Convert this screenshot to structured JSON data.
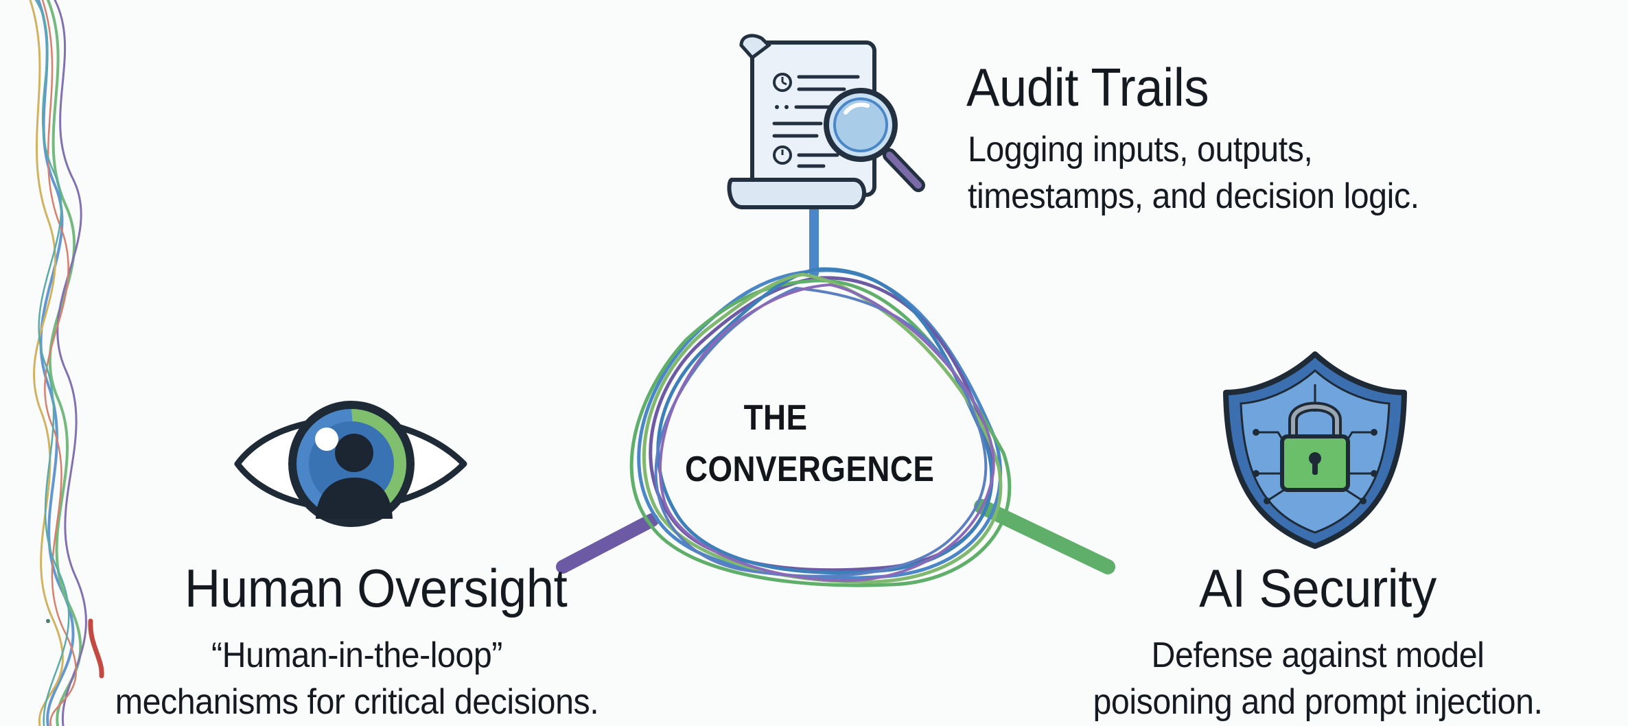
{
  "center": {
    "label": "THE\nCONVERGENCE"
  },
  "nodes": {
    "audit": {
      "title": "Audit Trails",
      "description": "Logging inputs, outputs,\ntimestamps, and decision logic.",
      "icon": "document-magnifier-icon",
      "color": "#4a86c8"
    },
    "human": {
      "title": "Human Oversight",
      "description": "“Human-in-the-loop”\nmechanisms for critical decisions.",
      "icon": "eye-icon",
      "color": "#6d5aa5"
    },
    "security": {
      "title": "AI Security",
      "description": "Defense against model\npoisoning and prompt injection.",
      "icon": "shield-lock-icon",
      "color": "#5fae6a"
    }
  },
  "colors": {
    "ink": "#151a20",
    "blue": "#4a86c8",
    "purple": "#6d5aa5",
    "green": "#5fae6a",
    "background": "#fafbfb"
  }
}
